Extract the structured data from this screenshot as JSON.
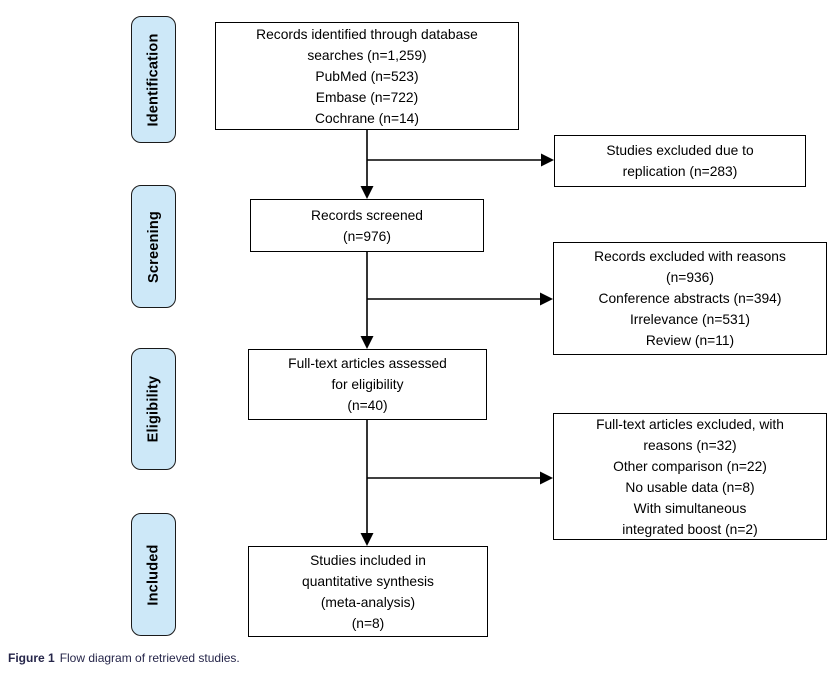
{
  "figure": {
    "caption_label": "Figure 1",
    "caption_text": "Flow diagram of retrieved studies."
  },
  "diagram": {
    "stage_labels": [
      {
        "label": "Identification"
      },
      {
        "label": "Screening"
      },
      {
        "label": "Eligibility"
      },
      {
        "label": "Included"
      }
    ],
    "flow_boxes": [
      {
        "text": "Records identified through database\nsearches (n=1,259)\nPubMed (n=523)\nEmbase (n=722)\nCochrane (n=14)"
      },
      {
        "text": "Records screened\n(n=976)"
      },
      {
        "text": "Full-text articles assessed\nfor eligibility\n(n=40)"
      },
      {
        "text": "Studies included in\nquantitative synthesis\n(meta-analysis)\n(n=8)"
      }
    ],
    "exclusion_boxes": [
      {
        "text": "Studies excluded due to\nreplication (n=283)"
      },
      {
        "text": "Records excluded with reasons\n(n=936)\nConference abstracts (n=394)\nIrrelevance (n=531)\nReview (n=11)"
      },
      {
        "text": "Full-text articles excluded, with\nreasons (n=32)\nOther comparison (n=22)\nNo usable data (n=8)\nWith simultaneous\nintegrated boost (n=2)"
      }
    ],
    "colors": {
      "stage_fill": "#cde8f8",
      "box_border": "#000000",
      "arrow": "#000000",
      "caption_text": "#26264a"
    }
  }
}
